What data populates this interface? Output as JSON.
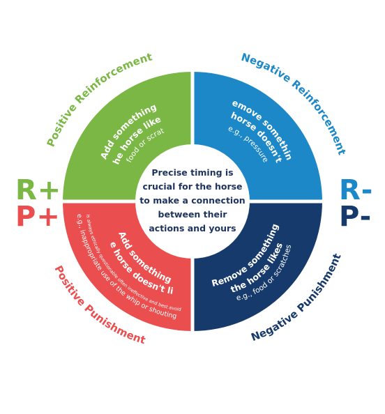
{
  "center": {
    "lines": [
      "Precise timing is",
      "crucial for the horse",
      "to make a connection",
      "between their",
      "actions and yours"
    ]
  },
  "quadrants": {
    "positive_reinforcement": {
      "ring_label": "Positive Reinforcement",
      "title": [
        "Add something",
        "the horse likes"
      ],
      "example": "e.g., food or scratches",
      "color": "#7ab744"
    },
    "negative_reinforcement": {
      "ring_label": "Negative Reinforcement",
      "title": [
        "Remove something",
        "the horse doesn't like"
      ],
      "example": "e.g., pressure",
      "color": "#1c88c7"
    },
    "positive_punishment": {
      "ring_label": "Positive Punishment",
      "title": [
        "Add something",
        "the horse doesn't like"
      ],
      "example": "e.g., inappropriate use of the whip or shouting",
      "note": "P+ is always ethically questionable often ineffective and best avoided",
      "color": "#ea4e4e"
    },
    "negative_punishment": {
      "ring_label": "Negative Punishment",
      "title": [
        "Remove something",
        "the horse likes"
      ],
      "example": "e.g., food or scratches",
      "color": "#163a6c"
    }
  },
  "side_labels": {
    "r_plus": "R+",
    "p_plus": "P+",
    "r_minus": "R-",
    "p_minus": "P-"
  },
  "colors": {
    "green": "#7ab744",
    "light_blue": "#1c88c7",
    "red": "#ea4e4e",
    "navy": "#163a6c",
    "center_text": "#1f3560"
  }
}
